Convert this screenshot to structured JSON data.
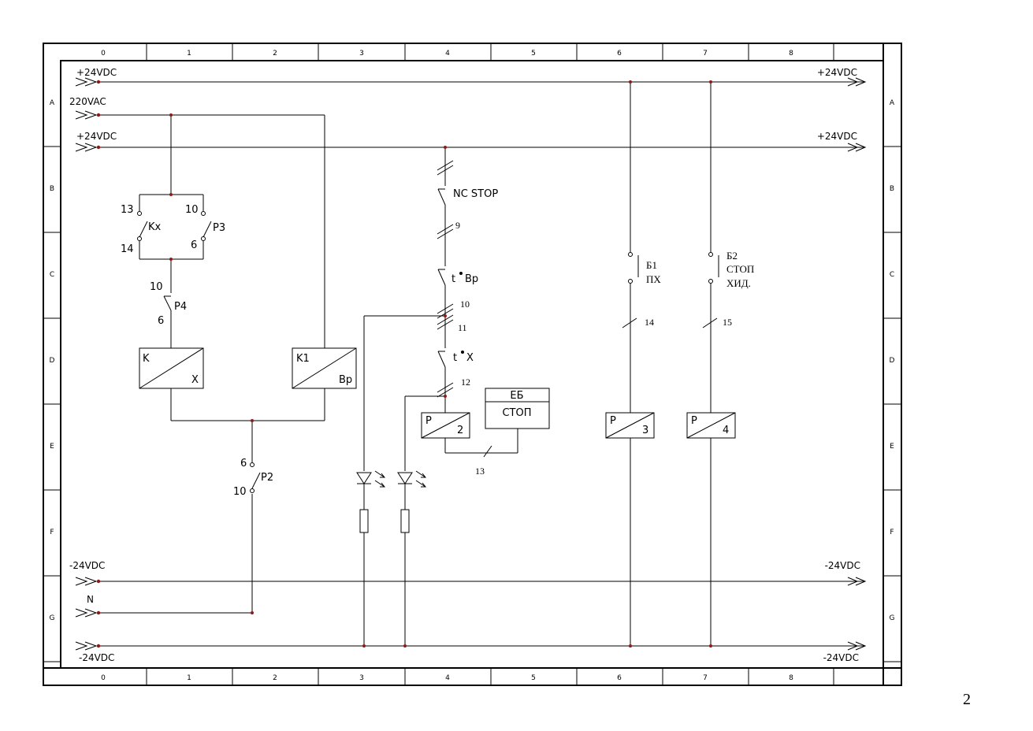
{
  "page_number": "2",
  "colors": {
    "ink": "#000000",
    "node": "#8b1a1a",
    "paper": "#ffffff"
  },
  "frame": {
    "columns": [
      "0",
      "1",
      "2",
      "3",
      "4",
      "5",
      "6",
      "7",
      "8"
    ],
    "rows": [
      "A",
      "B",
      "C",
      "D",
      "E",
      "F",
      "G"
    ]
  },
  "rails": {
    "top_24_left": "+24VDC",
    "top_24_right": "+24VDC",
    "ac_220": "220VAC",
    "second_24_left": "+24VDC",
    "second_24_right": "+24VDC",
    "neg_24_left": "-24VDC",
    "neg_24_right": "-24VDC",
    "neutral": "N",
    "bottom_neg_left": "-24VDC",
    "bottom_neg_right": "-24VDC"
  },
  "contacts": {
    "kx_top": "13",
    "kx_name": "Kx",
    "kx_bottom": "14",
    "p3_top": "10",
    "p3_name": "P3",
    "p3_bottom": "6",
    "p4_top": "10",
    "p4_name": "P4",
    "p4_bottom": "6",
    "p2_top": "6",
    "p2_name": "P2",
    "p2_bottom": "10",
    "nc_stop": "NC STOP",
    "t_vr": "t",
    "t_vr_suffix": "Bp",
    "t_x": "t",
    "t_x_suffix": "X",
    "b1_name": "Б1",
    "b1_sub": "ПХ",
    "b2_name": "Б2",
    "b2_sub1": "СТОП",
    "b2_sub2": "ХИД."
  },
  "coils": {
    "k_top": "K",
    "k_bottom": "X",
    "k1_top": "K1",
    "k1_bottom": "Bp",
    "r2_top": "P",
    "r2_bottom": "2",
    "r3_top": "P",
    "r3_bottom": "3",
    "r4_top": "P",
    "r4_bottom": "4",
    "eb_title": "ЕБ",
    "eb_body": "СТОП"
  },
  "wires": {
    "w9": "9",
    "w10": "10",
    "w11": "11",
    "w12": "12",
    "w13": "13",
    "w14": "14",
    "w15": "15"
  }
}
